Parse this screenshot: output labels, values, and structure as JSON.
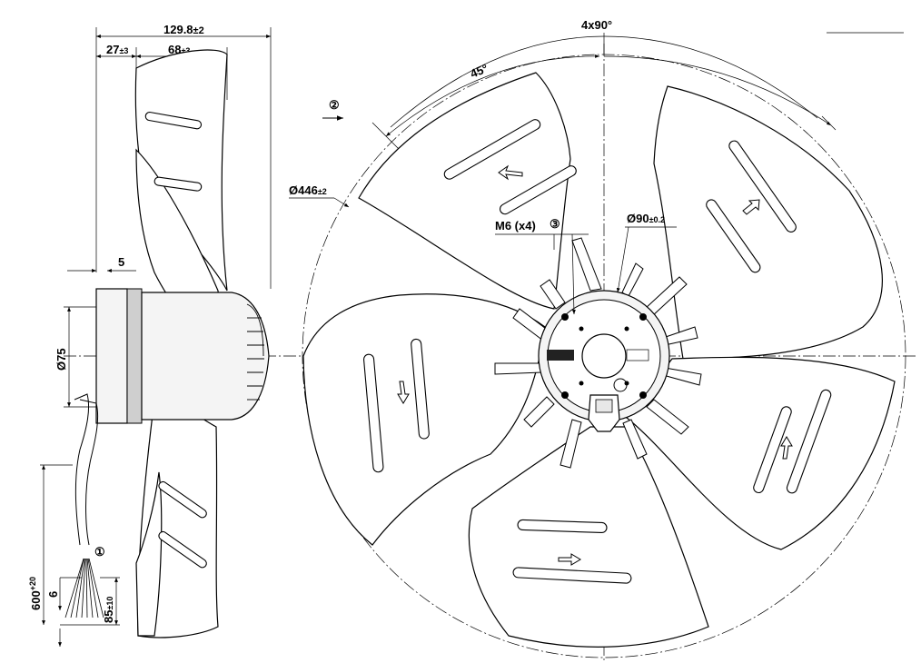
{
  "side_view": {
    "dim_overall_width": "129.8",
    "dim_overall_width_tol": "±2",
    "dim_front_offset": "27",
    "dim_front_offset_tol": "±3",
    "dim_blade_depth": "68",
    "dim_blade_depth_tol": "±3",
    "dim_gap": "5",
    "dim_diameter_75": "Ø75",
    "dim_cable_length": "600",
    "dim_cable_length_tol": "+20",
    "dim_strip": "6",
    "dim_strip_end": "85",
    "dim_strip_end_tol": "±10",
    "callout_cable": "①"
  },
  "front_view": {
    "dim_bolt_angle": "4x90°",
    "dim_angle_45": "45°",
    "dim_outer_diameter": "Ø446",
    "dim_outer_diameter_tol": "±2",
    "dim_hub_diameter": "Ø90",
    "dim_hub_diameter_tol": "±0.2",
    "label_thread": "M6 (x4)",
    "callout_thread": "③",
    "callout_airflow": "②"
  }
}
